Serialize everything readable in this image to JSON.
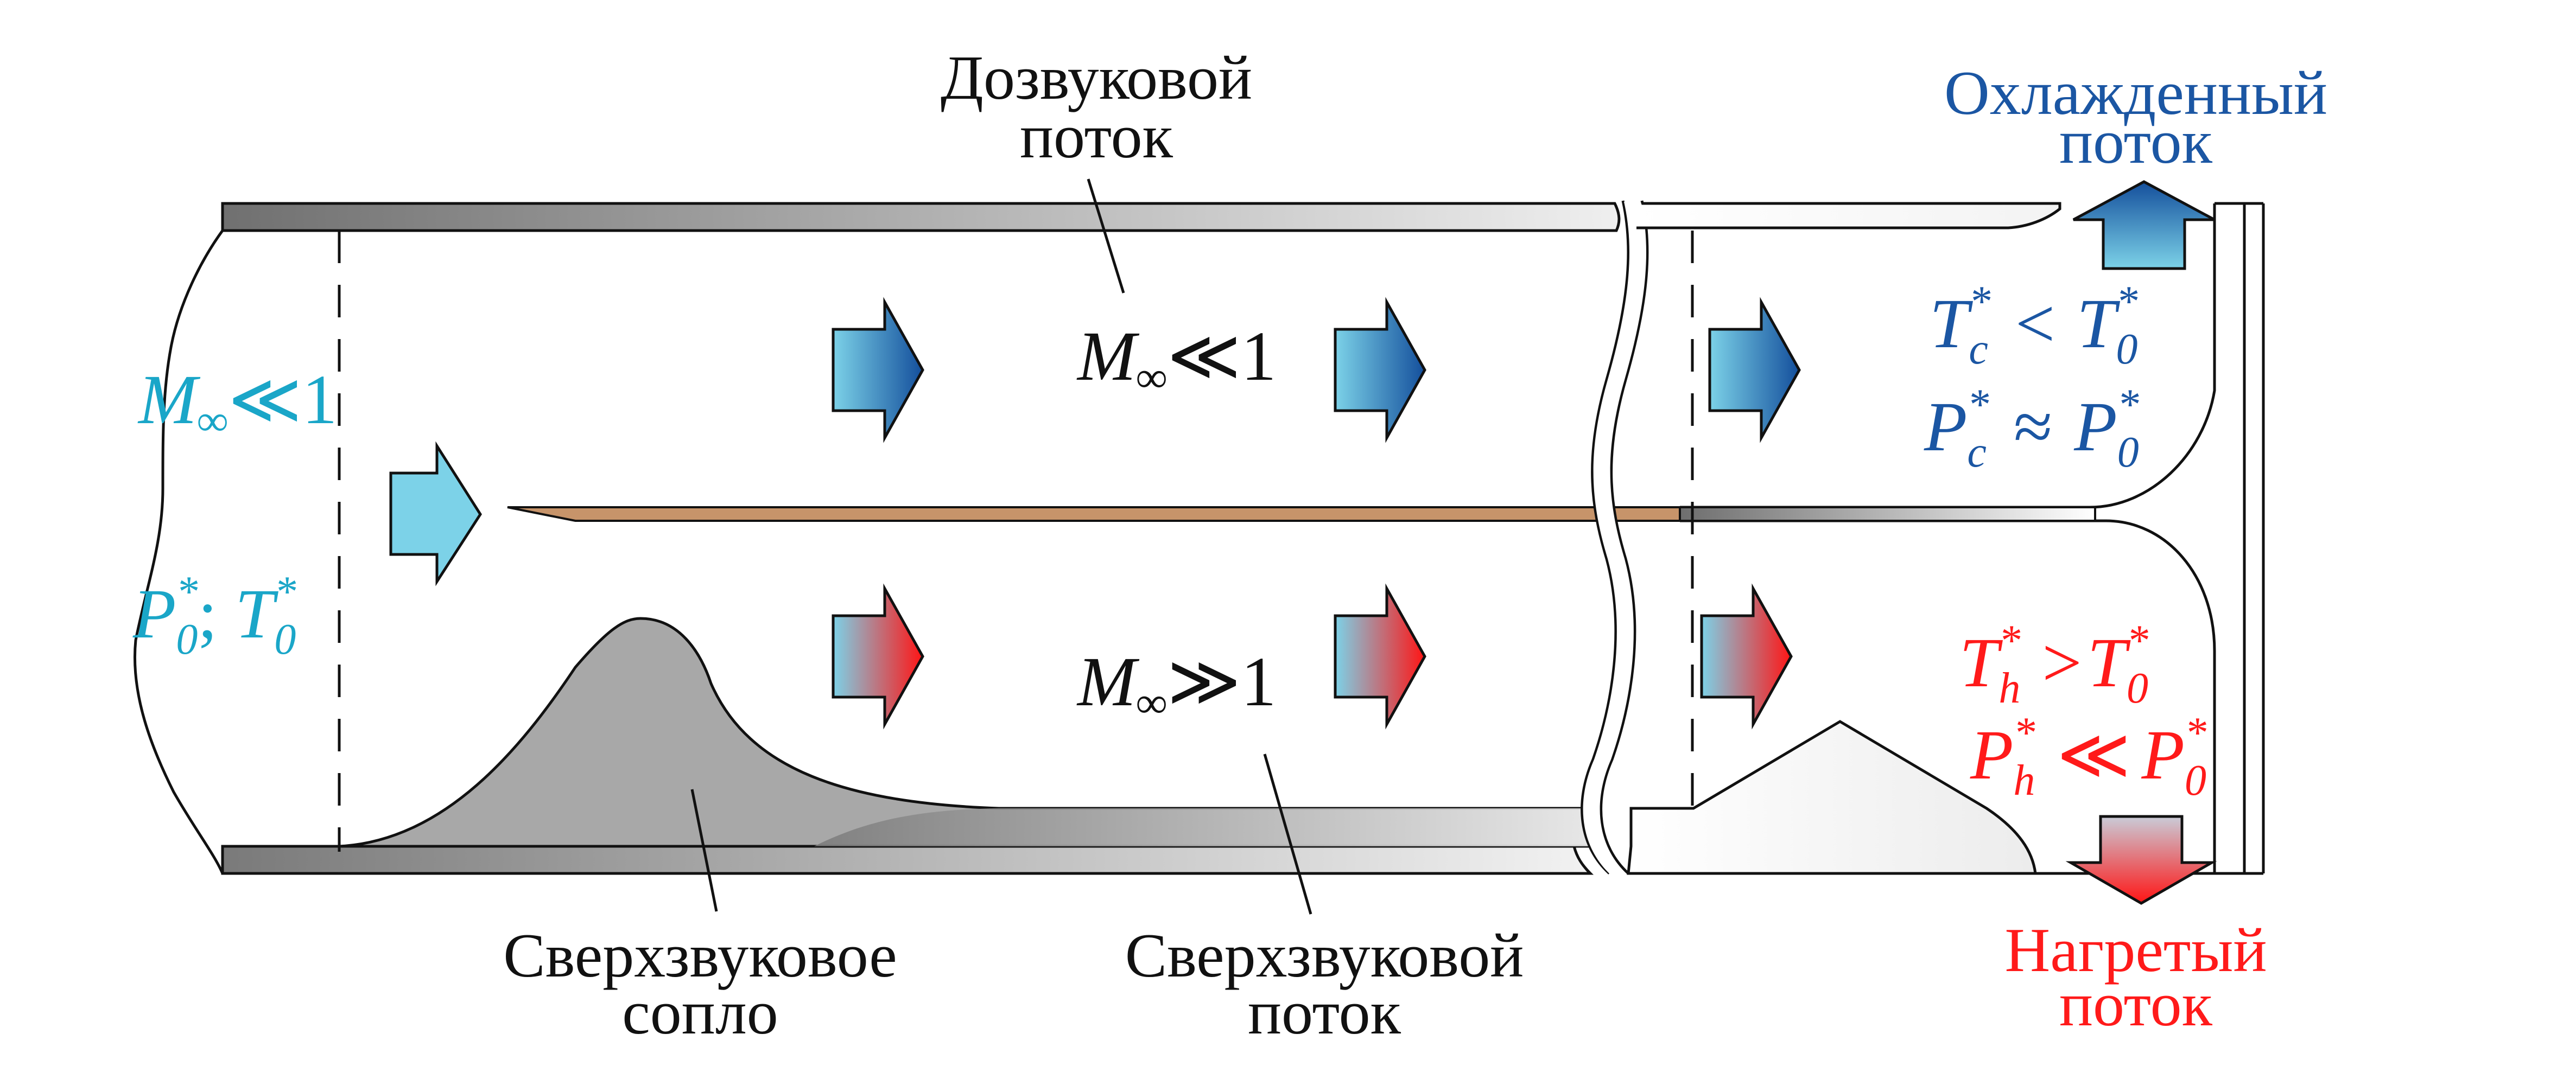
{
  "colors": {
    "cyan_text": "#1aa6c8",
    "blue_text": "#1b56a3",
    "red_text": "#ff1a1a",
    "black_text": "#111111",
    "divider": "#c7946a",
    "nozzle_fill": "#a8a8a8"
  },
  "labels": {
    "subsonic_flow": {
      "line1": "Дозвуковой",
      "line2": "поток"
    },
    "cooled_flow": {
      "line1": "Охлажденный",
      "line2": "поток"
    },
    "supersonic_nozzle": {
      "line1": "Сверхзвуковое",
      "line2": "сопло"
    },
    "supersonic_flow": {
      "line1": "Сверхзвуковой",
      "line2": "поток"
    },
    "heated_flow": {
      "line1": "Нагретый",
      "line2": "поток"
    }
  },
  "formulas": {
    "inlet": {
      "mach_var": "M",
      "mach_sub": "∞",
      "mach_rel": "≪1",
      "p_var": "P",
      "p_sub": "0",
      "star": "*",
      "sep": "; ",
      "t_var": "T",
      "t_sub": "0"
    },
    "upper_channel": {
      "var": "M",
      "sub": "∞",
      "rel": "≪1"
    },
    "lower_channel": {
      "var": "M",
      "sub": "∞",
      "rel": "≫1"
    },
    "cold_outlet": {
      "t_left_var": "T",
      "t_left_sub": "c",
      "t_rel": "<",
      "t_right_var": "T",
      "t_right_sub": "0",
      "p_left_var": "P",
      "p_left_sub": "c",
      "p_rel": "≈",
      "p_right_var": "P",
      "p_right_sub": "0",
      "star": "*"
    },
    "hot_outlet": {
      "t_left_var": "T",
      "t_left_sub": "h",
      "t_rel": ">",
      "t_right_var": "T",
      "t_right_sub": "0",
      "p_left_var": "P",
      "p_left_sub": "h",
      "p_rel": "≪",
      "p_right_var": "P",
      "p_right_sub": "0",
      "star": "*"
    }
  }
}
